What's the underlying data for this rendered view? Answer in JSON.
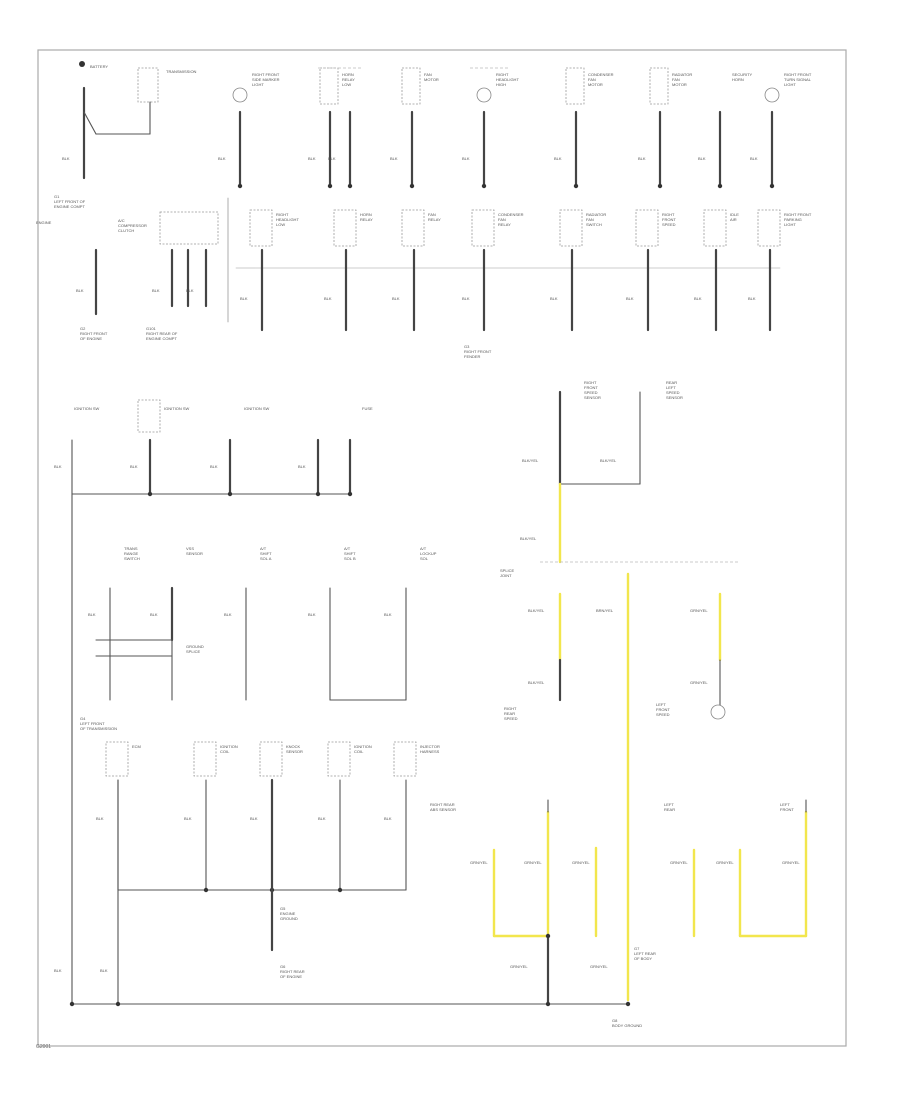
{
  "diagram": {
    "kind": "ground distribution wiring diagram",
    "wire_colors": {
      "black": "#555555",
      "yellow": "#f2e64d",
      "frame": "#aaaaaa"
    },
    "top_labels": [
      "BATTERY",
      "TRANSMISSION"
    ],
    "mid_labels": [
      "IGNITION SW",
      "IGNITION SW",
      "IGNITION SW",
      "FUSE"
    ],
    "wire_codes": [
      "BLK",
      "BLK/YEL",
      "BRN/YEL",
      "GRN/YEL"
    ],
    "footer_code": "G2001"
  }
}
